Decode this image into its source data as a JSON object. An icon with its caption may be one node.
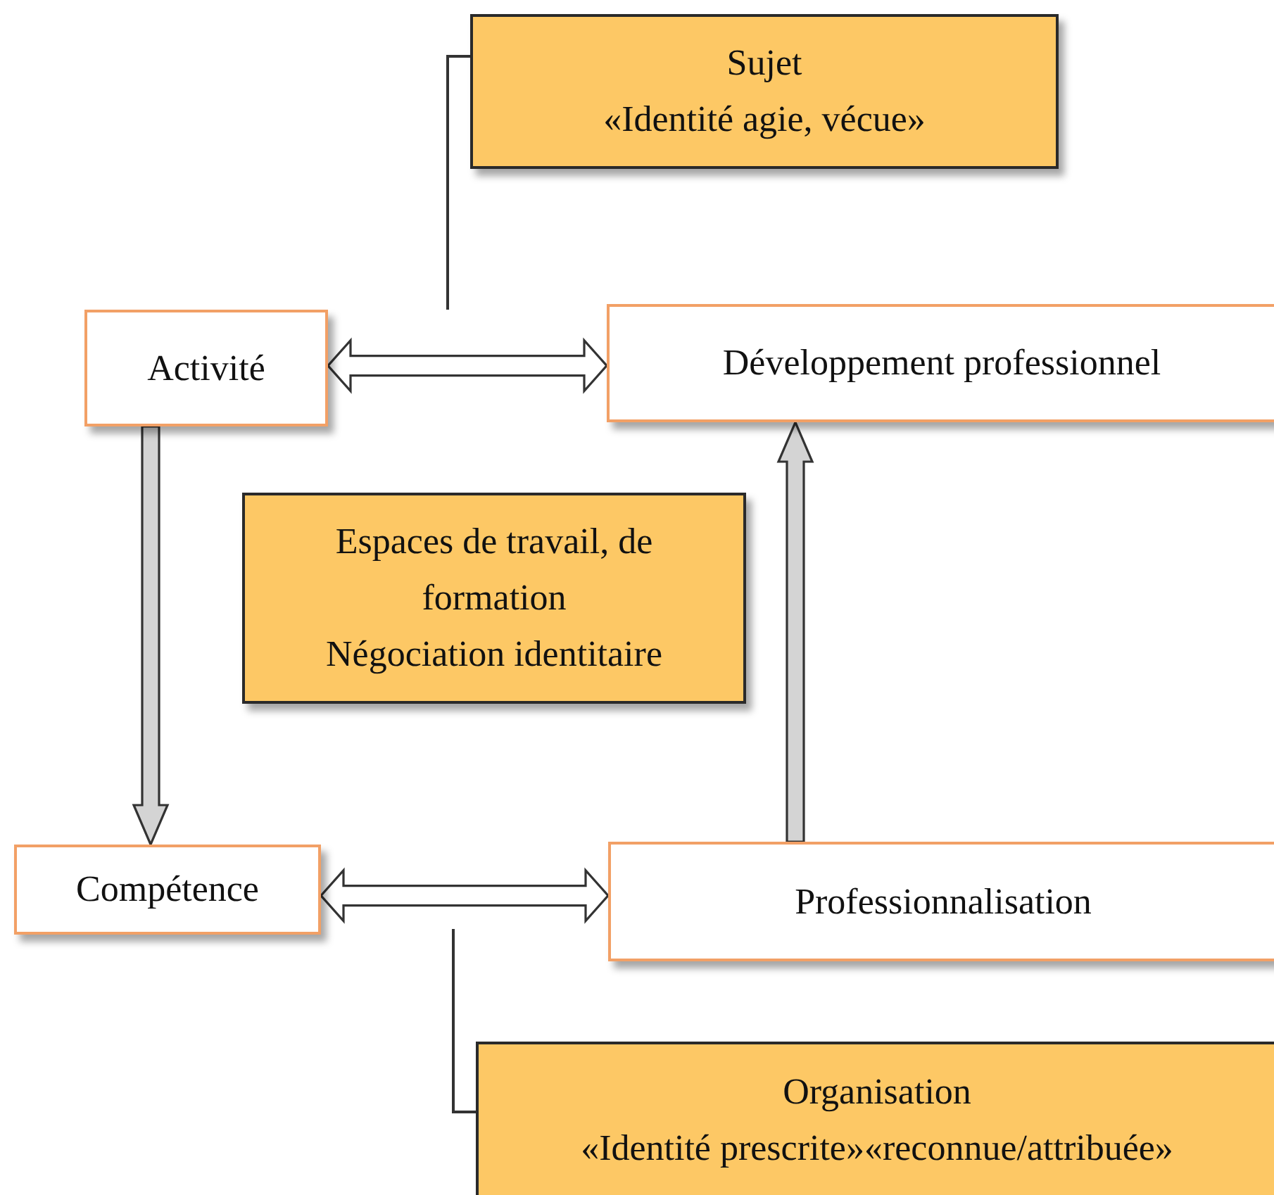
{
  "diagram": {
    "nodes": [
      {
        "text": [
          "Sujet",
          "«Identité agie, vécue»"
        ]
      },
      {
        "text": [
          "Activité"
        ]
      },
      {
        "text": [
          "Développement professionnel"
        ]
      },
      {
        "text": [
          "Espaces de travail, de formation",
          "Négociation identitaire"
        ]
      },
      {
        "text": [
          "Compétence"
        ]
      },
      {
        "text": [
          "Professionnalisation"
        ]
      },
      {
        "text": [
          "Organisation",
          "«Identité prescrite»«reconnue/attribuée»"
        ]
      }
    ],
    "edges": [
      {
        "from": 1,
        "to": 2,
        "arrow": "both",
        "style": "thick"
      },
      {
        "from": 0,
        "to": null,
        "arrow": "none"
      },
      {
        "from": 1,
        "to": 4,
        "arrow": "to",
        "style": "thick"
      },
      {
        "from": 5,
        "to": 2,
        "arrow": "to",
        "style": "thick"
      },
      {
        "from": 4,
        "to": 5,
        "arrow": "both",
        "style": "thick"
      },
      {
        "from": 6,
        "to": null,
        "arrow": "none"
      }
    ]
  }
}
